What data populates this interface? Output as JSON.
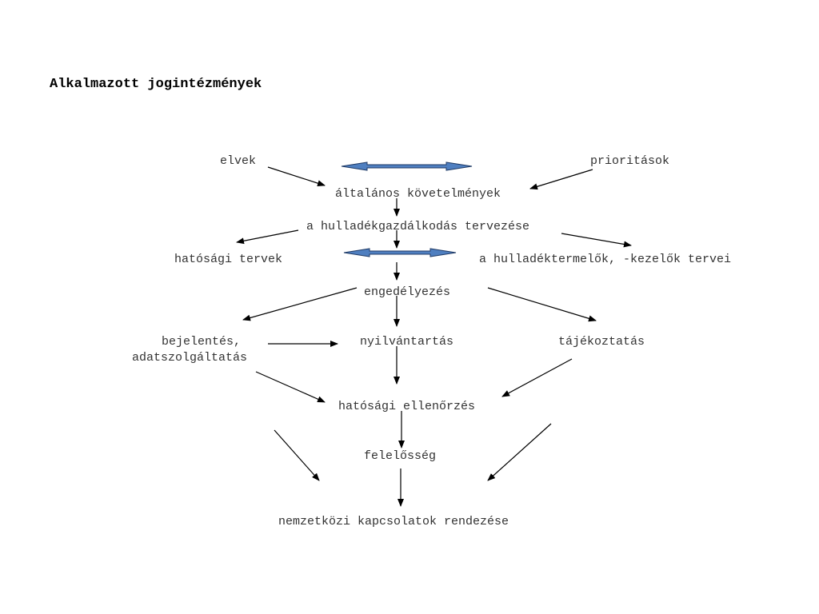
{
  "title": "Alkalmazott jogintézmények",
  "nodes": {
    "elvek": "elvek",
    "prioritasok": "prioritások",
    "altalanos": "általános követelmények",
    "tervezes": "a hulladékgazdálkodás tervezése",
    "hatosagi_tervek": "hatósági tervek",
    "termelok_tervei": "a hulladéktermelők, -kezelők tervei",
    "engedelyezes": "engedélyezés",
    "bejelentes_1": "bejelentés,",
    "bejelentes_2": "adatszolgáltatás",
    "nyilvantartas": "nyilvántartás",
    "tajekoztatas": "tájékoztatás",
    "ellenorzes": "hatósági ellenőrzés",
    "felelosseg": "felelősség",
    "nemzetkozi": "nemzetközi kapcsolatok rendezése"
  },
  "colors": {
    "text": "#333333",
    "arrow": "#000000",
    "double_arrow_fill": "#4f7fc0",
    "double_arrow_stroke": "#1f3a66"
  }
}
